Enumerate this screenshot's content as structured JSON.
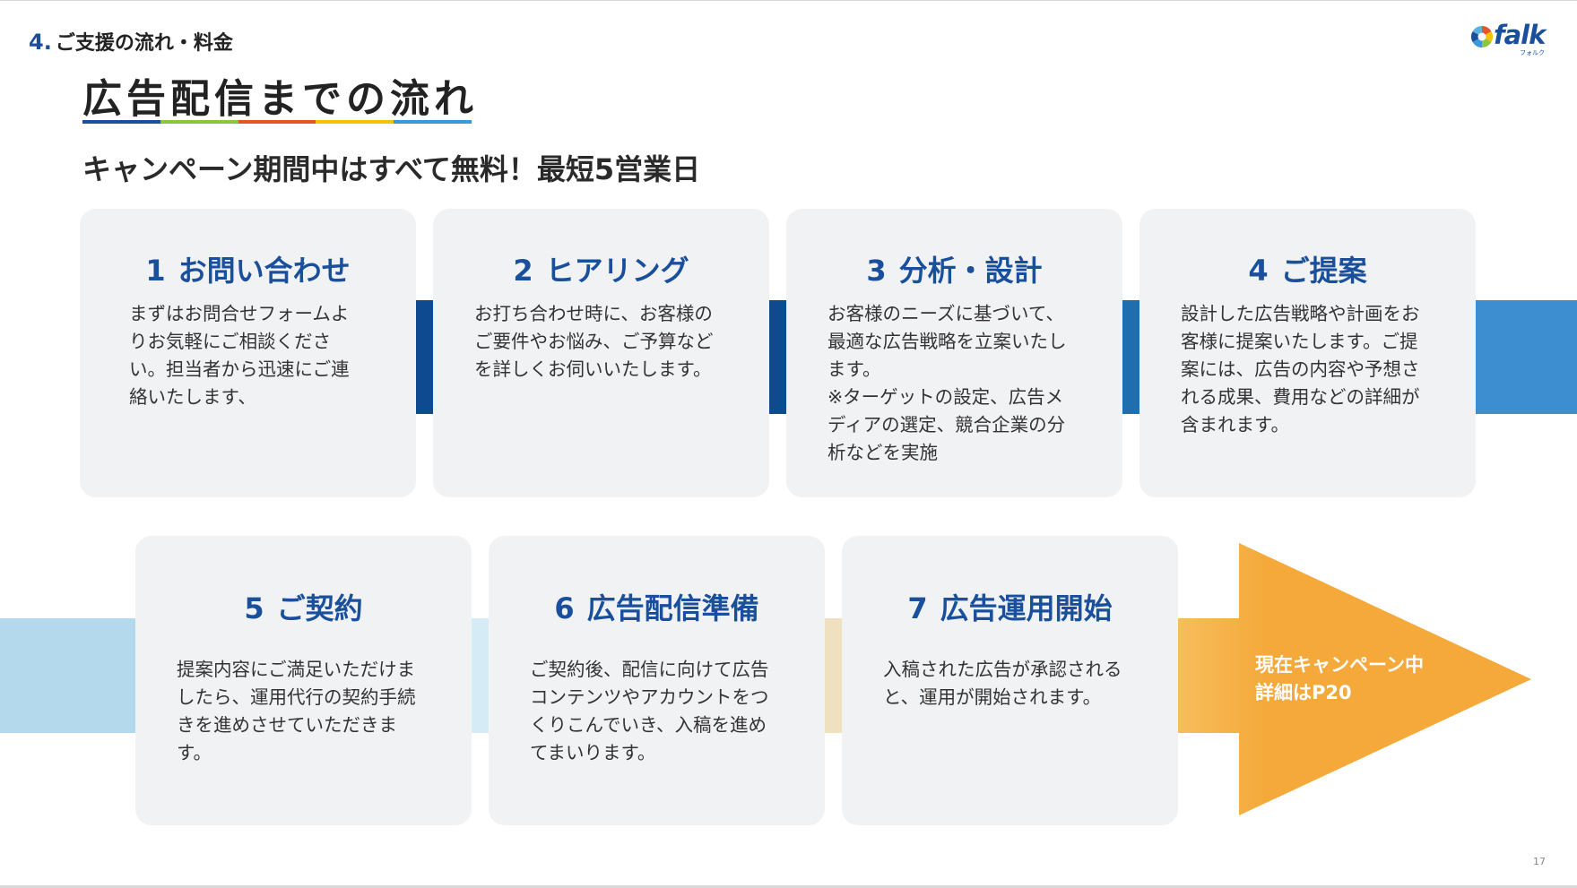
{
  "header": {
    "section_number": "4.",
    "section_title": "ご支援の流れ・料金",
    "page_title": "広告配信までの流れ",
    "subtitle": "キャンペーン期間中はすべて無料！最短5営業日",
    "underline_colors": [
      "#1a4f9c",
      "#8cc63f",
      "#e8542a",
      "#f2c300",
      "#3a9ad9"
    ]
  },
  "logo": {
    "word": "falk",
    "kana": "フォルク",
    "colors": [
      "#e8542a",
      "#f2c300",
      "#8cc63f",
      "#3a9ad9",
      "#1a4f9c"
    ]
  },
  "steps": [
    {
      "number": "1",
      "title": "お問い合わせ",
      "lines": [
        "まずはお問合せフォームよ",
        "りお気軽にご相談くださ",
        "い。担当者から迅速にご連",
        "絡いたします、"
      ]
    },
    {
      "number": "2",
      "title": "ヒアリング",
      "lines": [
        "お打ち合わせ時に、お客様の",
        "ご要件やお悩み、ご予算など",
        "を詳しくお伺いいたします。"
      ]
    },
    {
      "number": "3",
      "title": "分析・設計",
      "lines": [
        "お客様のニーズに基づいて、",
        "最適な広告戦略を立案いたし",
        "ます。",
        "※ターゲットの設定、広告メ",
        "ディアの選定、競合企業の分",
        "析などを実施"
      ]
    },
    {
      "number": "4",
      "title": "ご提案",
      "lines": [
        "設計した広告戦略や計画をお",
        "客様に提案いたします。ご提",
        "案には、広告の内容や予想さ",
        "れる成果、費用などの詳細が",
        "含まれます。"
      ]
    },
    {
      "number": "5",
      "title": "ご契約",
      "lines": [
        "提案内容にご満足いただけま",
        "したら、運用代行の契約手続",
        "きを進めさせていただきま",
        "す。"
      ]
    },
    {
      "number": "6",
      "title": "広告配信準備",
      "lines": [
        "ご契約後、配信に向けて広告",
        "コンテンツやアカウントをつ",
        "くりこんでいき、入稿を進め",
        "てまいります。"
      ]
    },
    {
      "number": "7",
      "title": "広告運用開始",
      "lines": [
        "入稿された広告が承認される",
        "と、運用が開始されます。"
      ]
    }
  ],
  "campaign": {
    "line1": "現在キャンペーン中",
    "line2": "詳細はP20",
    "color": "#f4a93a"
  },
  "connector_colors": {
    "row1": [
      "#0e4a8f",
      "#0e4a8f",
      "#1f6fb0",
      "#3d8ed0"
    ],
    "row2": [
      "#b4d8ec",
      "#d5ecf7",
      "#efe0c0"
    ]
  },
  "page_number": "17"
}
